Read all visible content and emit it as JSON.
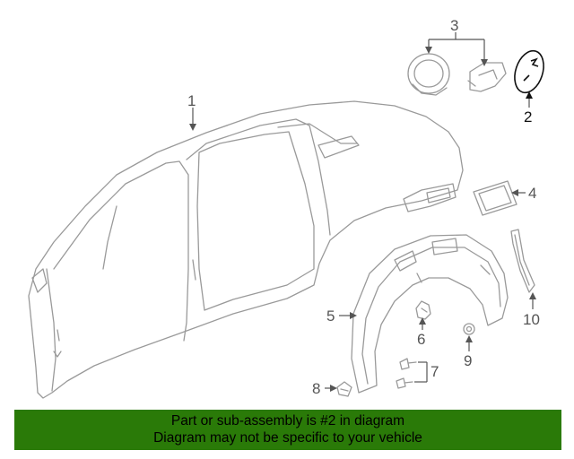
{
  "diagram": {
    "callouts": [
      {
        "id": "1",
        "label": "1"
      },
      {
        "id": "2",
        "label": "2"
      },
      {
        "id": "3",
        "label": "3"
      },
      {
        "id": "4",
        "label": "4"
      },
      {
        "id": "5",
        "label": "5"
      },
      {
        "id": "6",
        "label": "6"
      },
      {
        "id": "7",
        "label": "7"
      },
      {
        "id": "8",
        "label": "8"
      },
      {
        "id": "9",
        "label": "9"
      },
      {
        "id": "10",
        "label": "10"
      }
    ],
    "highlighted_part": "2"
  },
  "banner": {
    "line1": "Part or sub-assembly is #2 in diagram",
    "line2": "Diagram may not be specific to your vehicle",
    "background": "#2a7a08"
  }
}
